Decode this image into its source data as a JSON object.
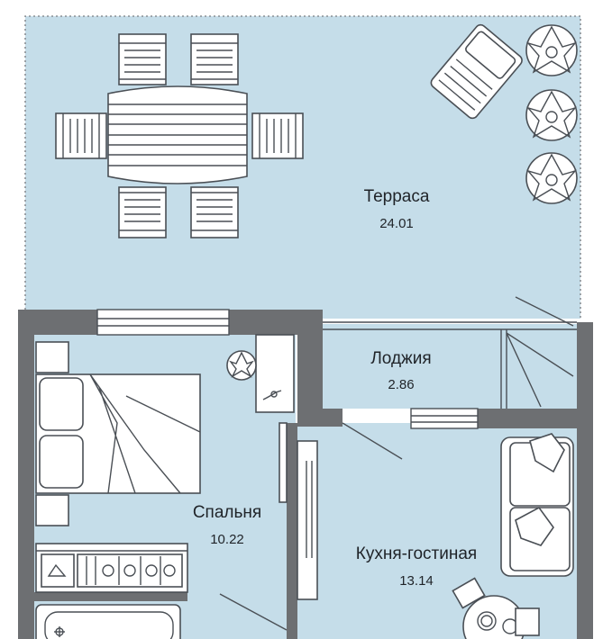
{
  "rooms": [
    {
      "id": "terrace",
      "name": "Терраса",
      "area": "24.01"
    },
    {
      "id": "loggia",
      "name": "Лоджия",
      "area": "2.86"
    },
    {
      "id": "bedroom",
      "name": "Спальня",
      "area": "10.22"
    },
    {
      "id": "kitchen-living",
      "name": "Кухня-гостиная",
      "area": "13.14"
    }
  ],
  "colors": {
    "floor": "#c5dde9",
    "wall": "#6d6f72",
    "line": "#4a4f55",
    "text": "#1f2328"
  },
  "icons": [
    "dining-table-icon",
    "chair-icon",
    "lounger-icon",
    "plant-icon",
    "bed-icon",
    "sofa-icon",
    "stove-icon",
    "sink-icon",
    "bathtub-icon",
    "door-swing-icon",
    "window-icon"
  ]
}
